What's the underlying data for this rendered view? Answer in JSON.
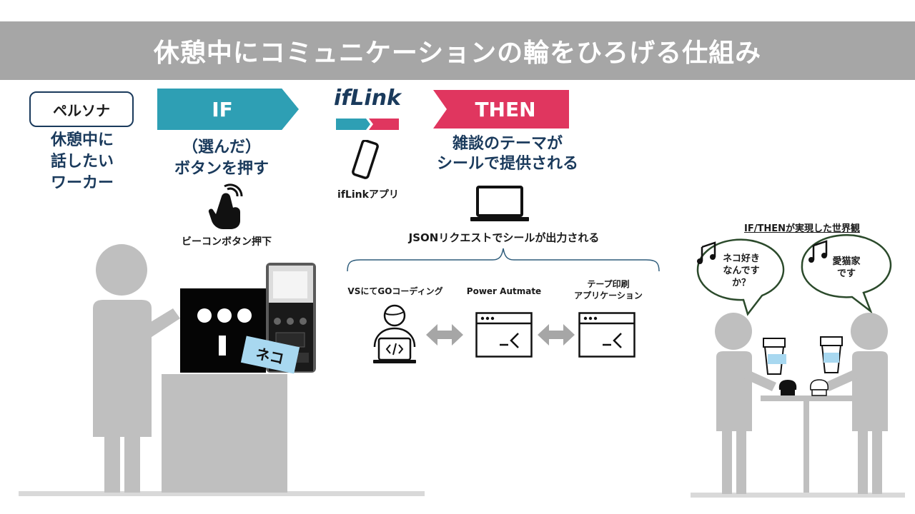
{
  "title": "休憩中にコミュニケーションの輪をひろげる仕組み",
  "persona": {
    "label": "ペルソナ",
    "description": [
      "休憩中に",
      "話したい",
      "ワーカー"
    ]
  },
  "if_section": {
    "tag": "IF",
    "description": [
      "（選んだ）",
      "ボタンを押す"
    ],
    "icon_label": "ビーコンボタン押下"
  },
  "iflink": {
    "logo_text": "ifLink",
    "app_label": "ifLinkアプリ"
  },
  "then_section": {
    "tag": "THEN",
    "description": [
      "雑談のテーマが",
      "シールで提供される"
    ],
    "json_label": "JSONリクエストでシールが出力される"
  },
  "steps": [
    {
      "label": [
        "VSにてGOコーディング"
      ],
      "icon": "coder-icon"
    },
    {
      "label": [
        "Power Autmate"
      ],
      "icon": "window-icon"
    },
    {
      "label": [
        "テープ印刷",
        "アプリケーション"
      ],
      "icon": "window-icon"
    }
  ],
  "world": {
    "label": "IF/THENが実現した世界観",
    "bubble_left": [
      "ネコ好き",
      "なんです",
      "か？"
    ],
    "bubble_right": [
      "愛猫家",
      "です"
    ]
  },
  "sticker_text": "ネコ",
  "colors": {
    "if_teal": "#2e9fb4",
    "then_pink": "#e0365f",
    "title_gray": "#a6a6a6",
    "text_navy": "#1a3a5c",
    "figure_gray": "#bfbfbf",
    "sticker_blue": "#a8d8f0"
  }
}
